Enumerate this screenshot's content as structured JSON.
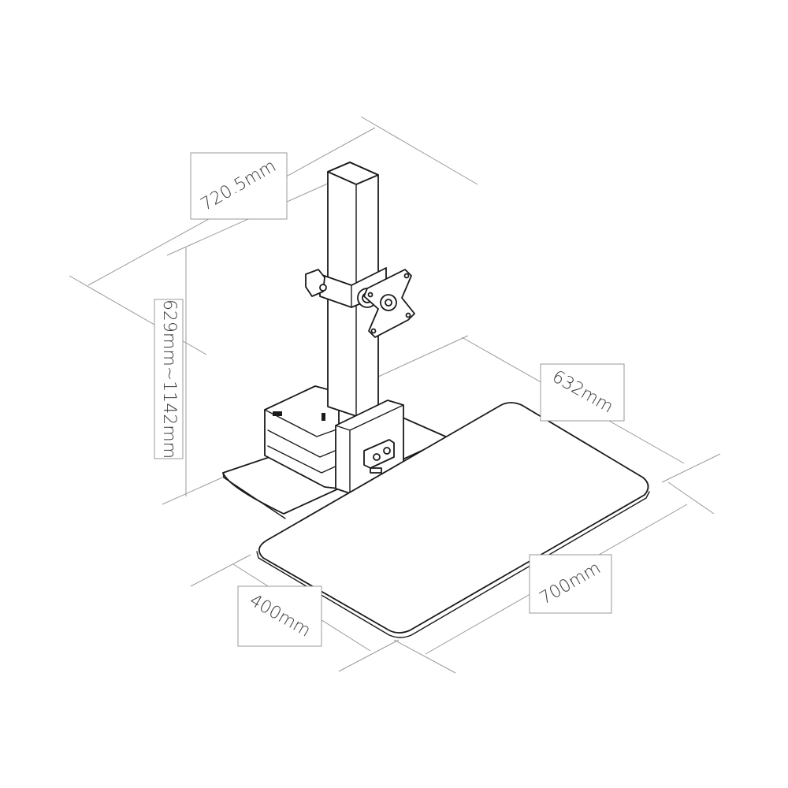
{
  "dimensions": {
    "base_depth": "720.5mm",
    "height_range": "629mm~1142mm",
    "keyboard_depth": "632mm",
    "keyboard_width": "700mm",
    "keyboard_front": "400mm"
  },
  "colors": {
    "ink": "#1a1a1a",
    "dimension_lines": "#9a9a9a",
    "background": "#ffffff"
  }
}
